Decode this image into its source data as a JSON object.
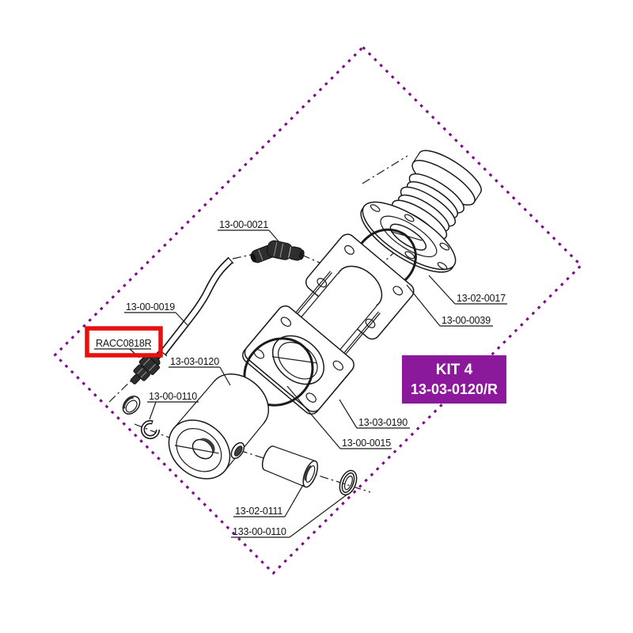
{
  "diagram": {
    "type": "exploded-parts-diagram",
    "colors": {
      "background": "#ffffff",
      "boundary_dash": "#800A8C",
      "kit_box_bg": "#8C189B",
      "kit_box_text": "#ffffff",
      "highlight_box": "#E80F0F",
      "line": "#1a1a1a"
    },
    "kit_badge": {
      "line1": "KIT 4",
      "line2": "13-03-0120/R"
    },
    "highlighted_part": "RACC0818R",
    "labels": [
      {
        "part": "elbow-fitting",
        "text": "13-00-0021"
      },
      {
        "part": "hose",
        "text": "13-00-0019"
      },
      {
        "part": "straight-fitting",
        "text": "RACC0818R",
        "highlighted": true
      },
      {
        "part": "cylinder-body",
        "text": "13-03-0120"
      },
      {
        "part": "circlip",
        "text": "13-00-0110"
      },
      {
        "part": "bellows-flange",
        "text": "13-02-0017"
      },
      {
        "part": "o-ring-rear",
        "text": "13-00-0039"
      },
      {
        "part": "flange-assembly",
        "text": "13-03-0190"
      },
      {
        "part": "o-ring-front",
        "text": "13-00-0015"
      },
      {
        "part": "piston-sleeve",
        "text": "13-02-0111"
      },
      {
        "part": "seal-ring",
        "text": "133-00-0110"
      }
    ]
  }
}
